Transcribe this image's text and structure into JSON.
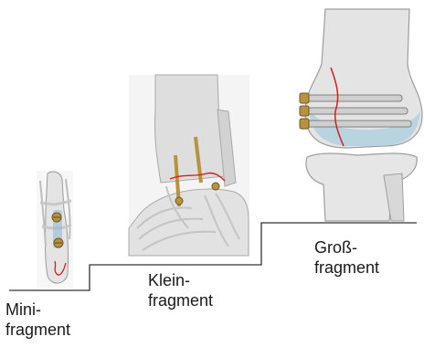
{
  "labels": {
    "mini": {
      "line1": "Mini-",
      "line2": "fragment"
    },
    "klein": {
      "line1": "Klein-",
      "line2": "fragment"
    },
    "gross": {
      "line1": "Groß-",
      "line2": "fragment"
    }
  },
  "colors": {
    "step_line": "#333333",
    "bone": "#e6e6e6",
    "bone_shade": "#c9c9c9",
    "ligament": "#d9d9d9",
    "fracture_line": "#d0201c",
    "screw": "#b8933f",
    "cartilage": "#a9cfe0"
  }
}
